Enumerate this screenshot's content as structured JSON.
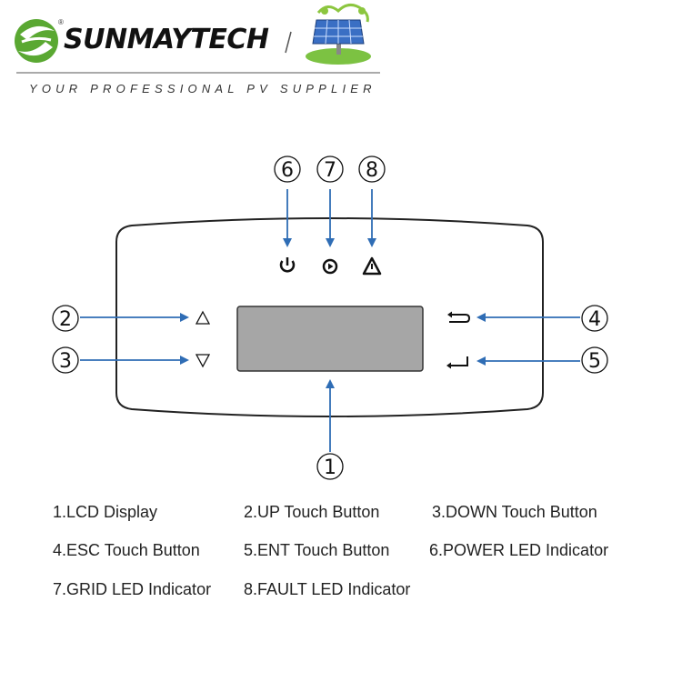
{
  "header": {
    "brand": "SUNMAYTECH",
    "registered_mark": "®",
    "tagline": "YOUR PROFESSIONAL PV SUPPLIER"
  },
  "colors": {
    "arrow": "#2f6db5",
    "panel_outline": "#222222",
    "lcd_fill": "#a6a6a6",
    "logo_green": "#5aa832"
  },
  "diagram": {
    "callouts": [
      {
        "number": "1",
        "target": "lcd-display"
      },
      {
        "number": "2",
        "target": "up-touch-button"
      },
      {
        "number": "3",
        "target": "down-touch-button"
      },
      {
        "number": "4",
        "target": "esc-touch-button"
      },
      {
        "number": "5",
        "target": "ent-touch-button"
      },
      {
        "number": "6",
        "target": "power-led"
      },
      {
        "number": "7",
        "target": "grid-led"
      },
      {
        "number": "8",
        "target": "fault-led"
      }
    ],
    "icons": {
      "power": "power-icon",
      "grid": "grid-icon",
      "fault": "warning-icon",
      "up": "up-triangle-icon",
      "down": "down-triangle-icon",
      "esc": "return-icon",
      "ent": "enter-icon"
    }
  },
  "legend": [
    "1.LCD Display",
    "2.UP Touch Button",
    "3.DOWN Touch Button",
    "4.ESC Touch Button",
    "5.ENT Touch Button",
    "6.POWER LED Indicator",
    "7.GRID LED Indicator",
    "8.FAULT LED Indicator"
  ]
}
